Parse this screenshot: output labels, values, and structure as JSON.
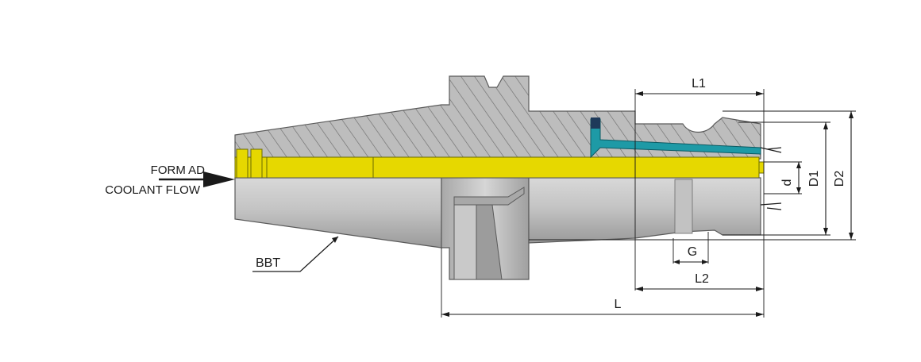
{
  "diagram": {
    "flow_label_line1": "FORM AD",
    "flow_label_line2": "COOLANT FLOW",
    "taper_label": "BBT",
    "dimensions": {
      "L1": "L1",
      "L2": "L2",
      "L": "L",
      "G": "G",
      "d": "d",
      "D1": "D1",
      "D2": "D2"
    },
    "colors": {
      "steel": "#b9b9b9",
      "steel_dark": "#8f8f8f",
      "hatch": "#6e6e6e",
      "coolant": "#e6d800",
      "channel": "#1e9aa6",
      "outline": "#5a5a5a"
    }
  }
}
